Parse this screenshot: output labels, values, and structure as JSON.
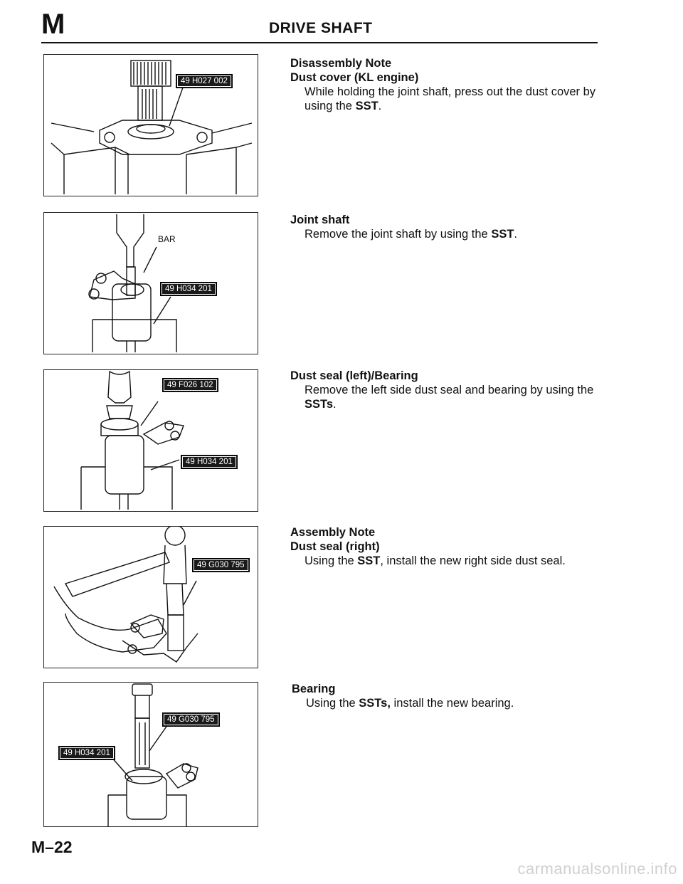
{
  "header": {
    "section_letter": "M",
    "title": "DRIVE SHAFT"
  },
  "figures": [
    {
      "tags": [
        "49 H027 002"
      ]
    },
    {
      "callout": "BAR",
      "tags": [
        "49 H034 201"
      ]
    },
    {
      "tags": [
        "49 F026 102",
        "49 H034 201"
      ]
    },
    {
      "tags": [
        "49 G030 795"
      ]
    },
    {
      "tags": [
        "49 G030 795",
        "49 H034 201"
      ]
    }
  ],
  "notes": [
    {
      "headings": [
        "Disassembly Note",
        "Dust cover (KL engine)"
      ],
      "body_pre": "While holding the joint shaft, press out the dust cover by using the ",
      "body_bold": "SST",
      "body_post": "."
    },
    {
      "headings": [
        "Joint shaft"
      ],
      "body_pre": "Remove the joint shaft by using the ",
      "body_bold": "SST",
      "body_post": "."
    },
    {
      "headings": [
        "Dust seal (left)/Bearing"
      ],
      "body_pre": "Remove the left side dust seal and bearing by using the ",
      "body_bold": "SSTs",
      "body_post": "."
    },
    {
      "headings": [
        "Assembly Note",
        "Dust seal (right)"
      ],
      "body_pre": "Using the ",
      "body_bold": "SST",
      "body_post": ", install the new right side dust seal."
    },
    {
      "headings": [
        "Bearing"
      ],
      "body_pre": "Using the ",
      "body_bold": "SSTs,",
      "body_post": " install the new bearing."
    }
  ],
  "footer": {
    "page_number": "M–22",
    "watermark": "carmanualsonline.info"
  }
}
